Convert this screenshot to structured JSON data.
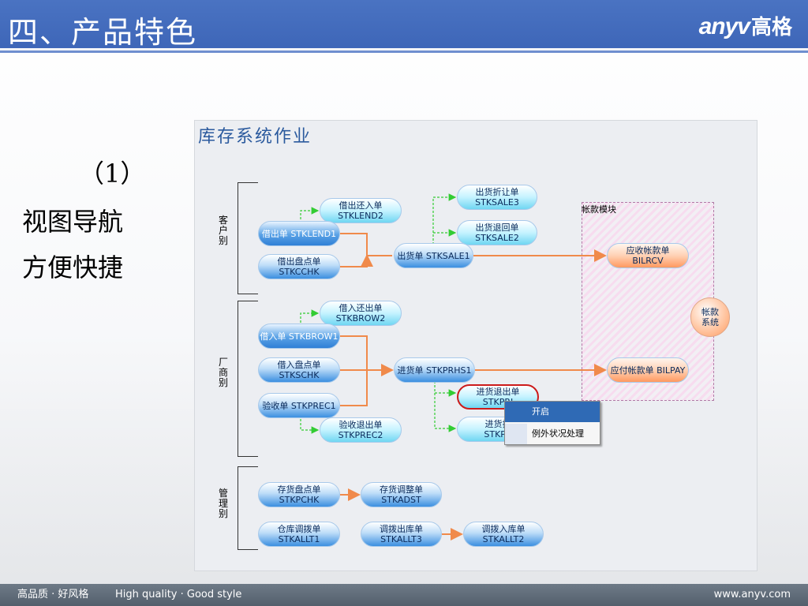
{
  "slide": {
    "title": "四、产品特色",
    "brand_latin": "anyv",
    "brand_cn": "高格"
  },
  "caption": {
    "number": "（1）",
    "line1": "视图导航",
    "line2": "方便快捷"
  },
  "panel": {
    "title": "库存系统作业",
    "groups": [
      {
        "label": "客户别"
      },
      {
        "label": "厂商别"
      },
      {
        "label": "管理别"
      }
    ],
    "zone_label": "帐款模块",
    "system_label": [
      "帐款",
      "系统"
    ],
    "nodes": [
      {
        "id": "stklend2",
        "line1": "借出还入单",
        "line2": "STKLEND2"
      },
      {
        "id": "stklend1",
        "line1": "借出单 STKLEND1",
        "line2": ""
      },
      {
        "id": "stkcchk",
        "line1": "借出盘点单",
        "line2": "STKCCHK"
      },
      {
        "id": "stksale3",
        "line1": "出货折让单",
        "line2": "STKSALE3"
      },
      {
        "id": "stksale2",
        "line1": "出货退回单",
        "line2": "STKSALE2"
      },
      {
        "id": "stksale1",
        "line1": "出货单 STKSALE1",
        "line2": ""
      },
      {
        "id": "bilrcv",
        "line1": "应收帐款单",
        "line2": "BILRCV"
      },
      {
        "id": "stkbrow2",
        "line1": "借入还出单",
        "line2": "STKBROW2"
      },
      {
        "id": "stkbrow1",
        "line1": "借入单 STKBROW1",
        "line2": ""
      },
      {
        "id": "stkschk",
        "line1": "借入盘点单",
        "line2": "STKSCHK"
      },
      {
        "id": "stkprec1",
        "line1": "验收单 STKPREC1",
        "line2": ""
      },
      {
        "id": "stkprec2",
        "line1": "验收退出单",
        "line2": "STKPREC2"
      },
      {
        "id": "stkprhs1",
        "line1": "进货单 STKPRHS1",
        "line2": ""
      },
      {
        "id": "bilpay",
        "line1": "应付帐款单 BILPAY",
        "line2": ""
      },
      {
        "id": "stkpr_ret",
        "line1": "进货退出单",
        "line2": "STKPRI"
      },
      {
        "id": "stkpr_disc",
        "line1": "进货折",
        "line2": "STKPR"
      },
      {
        "id": "stkpchk",
        "line1": "存货盘点单",
        "line2": "STKPCHK"
      },
      {
        "id": "stkadst",
        "line1": "存货调整单",
        "line2": "STKADST"
      },
      {
        "id": "stkallt1",
        "line1": "仓库调拨单",
        "line2": "STKALLT1"
      },
      {
        "id": "stkallt3",
        "line1": "调拨出库单",
        "line2": "STKALLT3"
      },
      {
        "id": "stkallt2",
        "line1": "调拨入库单",
        "line2": "STKALLT2"
      }
    ],
    "context_menu": {
      "items": [
        "开启",
        "例外状况处理"
      ],
      "highlighted": "开启"
    }
  },
  "footer": {
    "tagline_cn": "高品质 · 好风格",
    "tagline_en": "High quality · Good style",
    "url": "www.anyv.com"
  },
  "colors": {
    "header": "#3e66b8",
    "node_blue": "#3b8fe0",
    "node_cyan": "#6fd6f2",
    "node_orange": "#ff9960",
    "arrow_orange": "#f08a4b",
    "arrow_green": "#33cc33",
    "selection_red": "#cc1b1b"
  }
}
